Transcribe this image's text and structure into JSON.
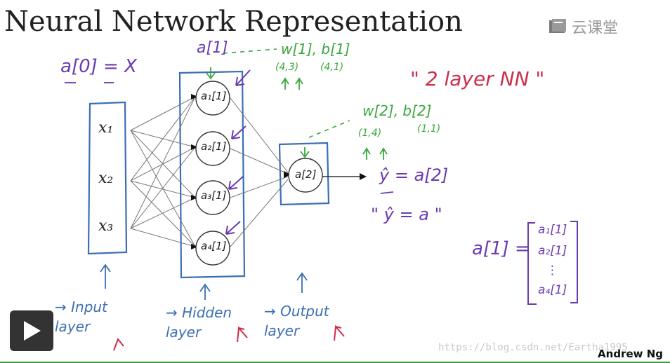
{
  "title": "Neural Network Representation",
  "logo_text": "云课堂",
  "author": "Andrew Ng",
  "watermark": "https://blog.csdn.net/Eartha1995",
  "annotations": {
    "a0_eq_x": "a[0] = X",
    "a1_top": "a[1]",
    "w1b1": "w[1], b[1]",
    "w1_dim": "(4,3)",
    "b1_dim": "(4,1)",
    "two_layer": "\" 2  layer  NN \"",
    "w2b2": "w[2], b[2]",
    "w2_dim": "(1,4)",
    "b2_dim": "(1,1)",
    "yhat_eq": "ŷ = a[2]",
    "yhat_alt": "\" ŷ = a \"",
    "a1_vector": "a[1] ="
  },
  "inputs": [
    "x₁",
    "x₂",
    "x₃"
  ],
  "hidden_nodes": [
    "a₁[1]",
    "a₂[1]",
    "a₃[1]",
    "a₄[1]"
  ],
  "output_node": "a[2]",
  "vector_entries": [
    "a₁[1]",
    "a₂[1]",
    "⋮",
    "a₄[1]"
  ],
  "layer_labels": {
    "input": "→ Input layer",
    "hidden": "→ Hidden layer",
    "output": "→ Output layer"
  },
  "colors": {
    "blue": "#3b6fb3",
    "purple": "#6a3bb0",
    "green": "#3aa73e",
    "red": "#cc2e4b"
  }
}
